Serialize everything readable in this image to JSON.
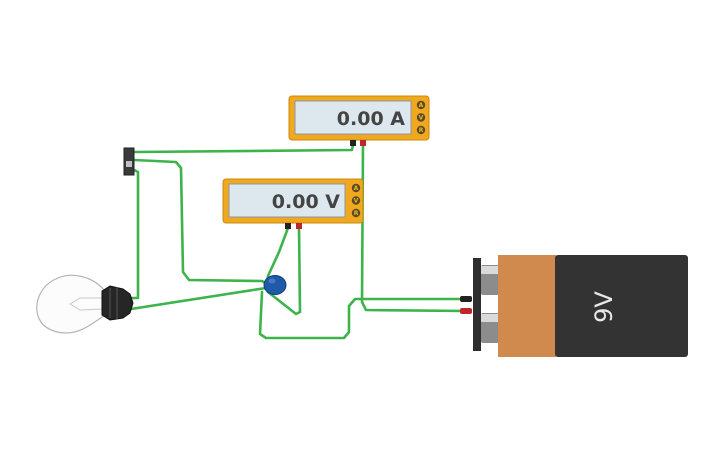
{
  "ammeter": {
    "reading": "0.00 A",
    "modes": [
      "A",
      "V",
      "R"
    ]
  },
  "voltmeter": {
    "reading": "0.00 V",
    "modes": [
      "A",
      "V",
      "R"
    ]
  },
  "battery": {
    "label": "9V"
  },
  "colors": {
    "wire": "#3cb44b",
    "meter_frame": "#f0a81e",
    "meter_screen": "#dde7ee",
    "battery_body": "#333333",
    "battery_band": "#d08a4e",
    "capacitor": "#1f5aa8",
    "terminal_red": "#c0272d",
    "terminal_black": "#222222"
  }
}
